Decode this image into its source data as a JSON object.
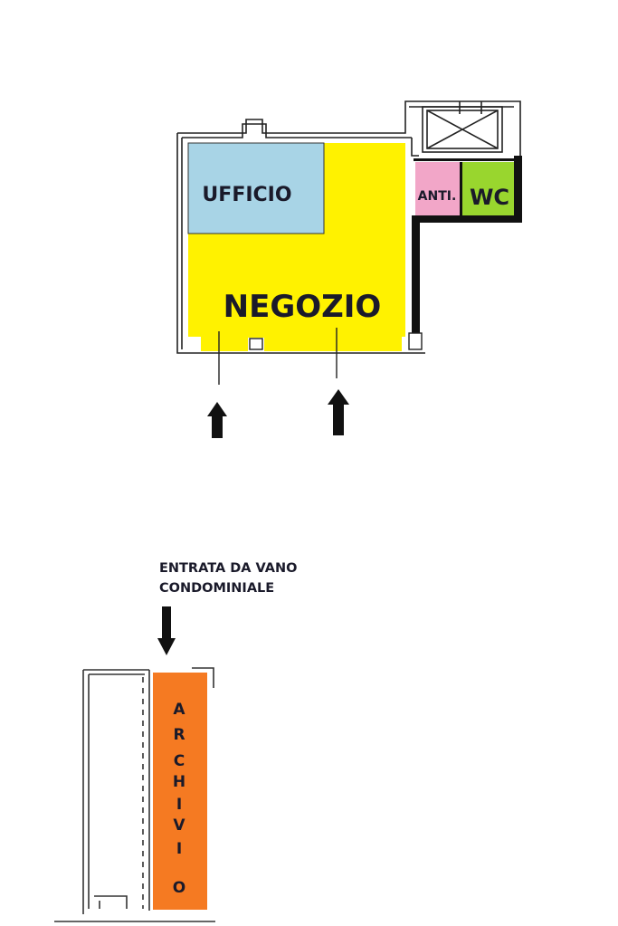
{
  "plan": {
    "rooms": {
      "ufficio": {
        "label": "UFFICIO",
        "color": "#a8d4e6"
      },
      "negozio": {
        "label": "NEGOZIO",
        "color": "#fff200"
      },
      "anti": {
        "label": "ANTI.",
        "color": "#f2a6c8"
      },
      "wc": {
        "label": "WC",
        "color": "#99d62e"
      },
      "archivio": {
        "label": "ARCHIVIO",
        "color": "#f57a22"
      }
    },
    "archivio_letters": [
      "A",
      "R",
      "C",
      "H",
      "I",
      "V",
      "I",
      "O"
    ],
    "entrance_note": {
      "line1": "ENTRATA DA VANO",
      "line2": "CONDOMINIALE"
    },
    "wall_color": "#111111"
  }
}
